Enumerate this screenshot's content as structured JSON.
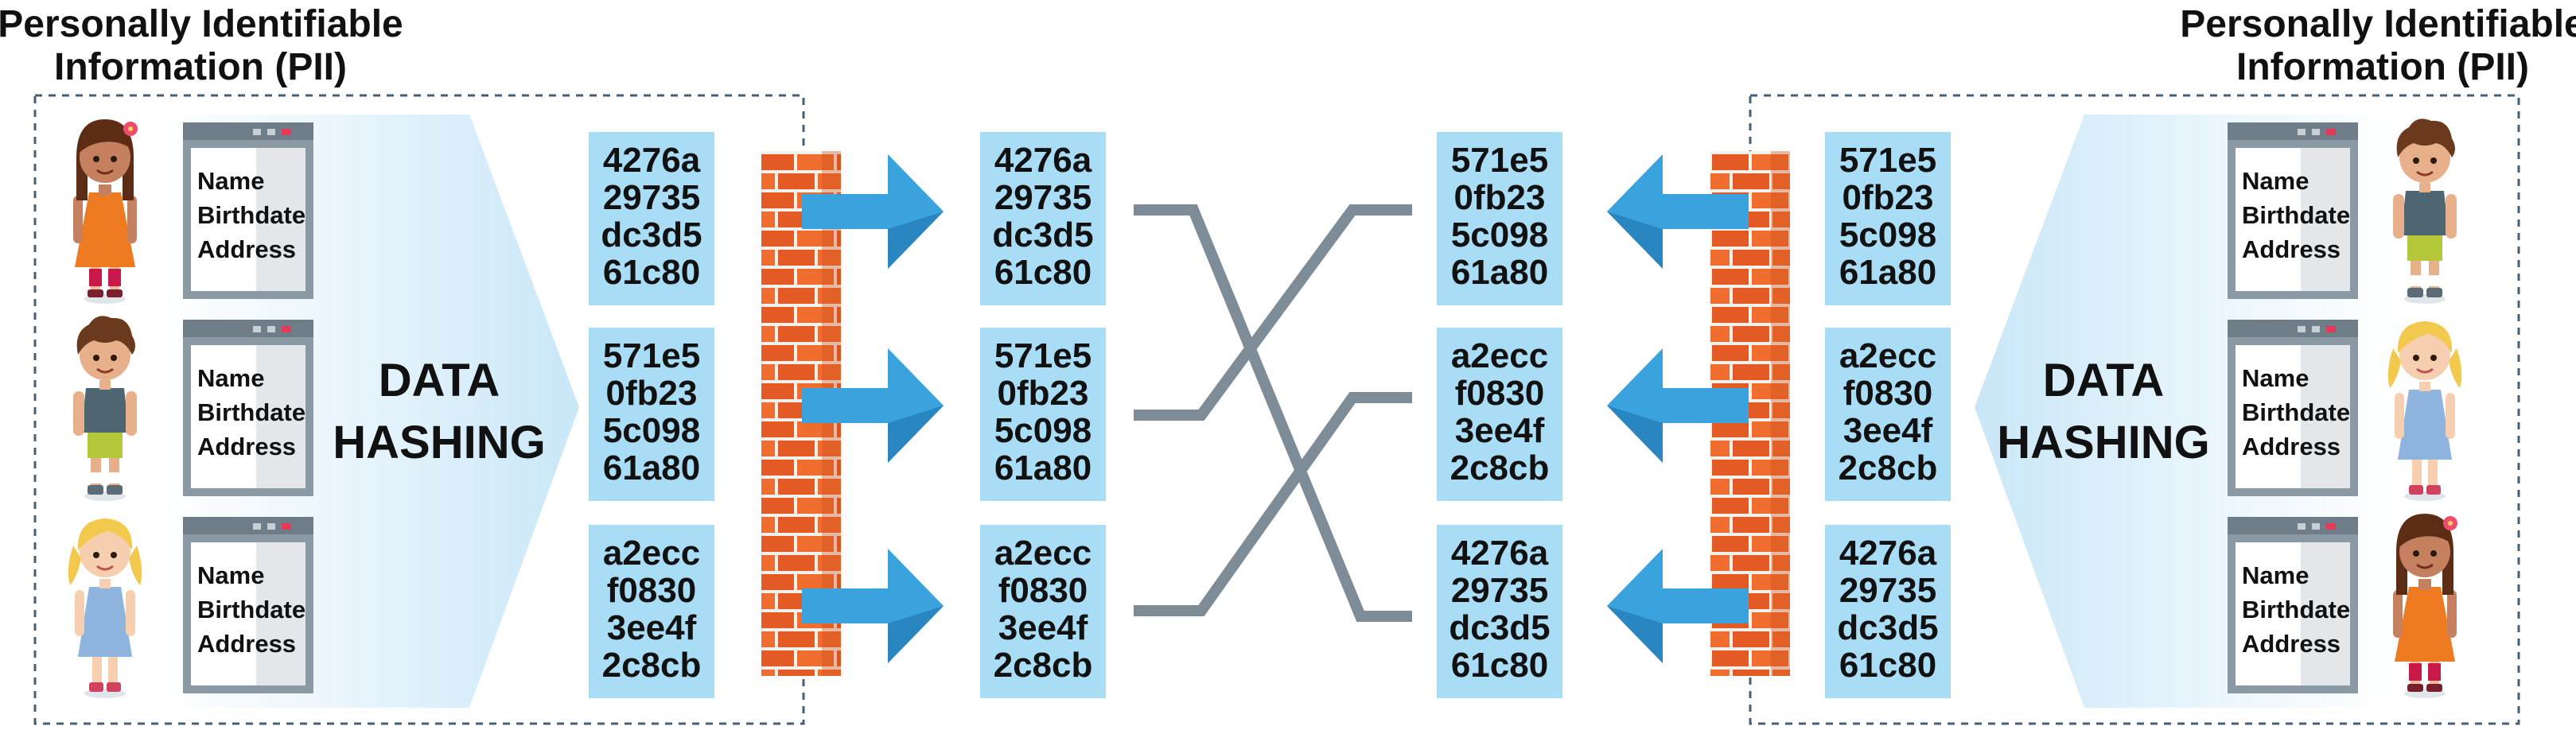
{
  "left": {
    "title_line1": "Personally Identifiable",
    "title_line2": "Information (PII)",
    "label_line1": "DATA",
    "label_line2": "HASHING",
    "people": [
      {
        "avatar": "girl-brown-hair-icon",
        "fields": [
          "Name",
          "Birthdate",
          "Address"
        ]
      },
      {
        "avatar": "boy-curly-hair-icon",
        "fields": [
          "Name",
          "Birthdate",
          "Address"
        ]
      },
      {
        "avatar": "girl-blonde-pigtails-icon",
        "fields": [
          "Name",
          "Birthdate",
          "Address"
        ]
      }
    ],
    "hashes": [
      [
        "4276a",
        "29735",
        "dc3d5",
        "61c80"
      ],
      [
        "571e5",
        "0fb23",
        "5c098",
        "61a80"
      ],
      [
        "a2ecc",
        "f0830",
        "3ee4f",
        "2c8cb"
      ]
    ],
    "transmitted": [
      [
        "4276a",
        "29735",
        "dc3d5",
        "61c80"
      ],
      [
        "571e5",
        "0fb23",
        "5c098",
        "61a80"
      ],
      [
        "a2ecc",
        "f0830",
        "3ee4f",
        "2c8cb"
      ]
    ]
  },
  "right": {
    "title_line1": "Personally Identifiable",
    "title_line2": "Information (PII)",
    "label_line1": "DATA",
    "label_line2": "HASHING",
    "people": [
      {
        "avatar": "boy-curly-hair-icon",
        "fields": [
          "Name",
          "Birthdate",
          "Address"
        ]
      },
      {
        "avatar": "girl-blonde-pigtails-icon",
        "fields": [
          "Name",
          "Birthdate",
          "Address"
        ]
      },
      {
        "avatar": "girl-brown-hair-icon",
        "fields": [
          "Name",
          "Birthdate",
          "Address"
        ]
      }
    ],
    "hashes": [
      [
        "571e5",
        "0fb23",
        "5c098",
        "61a80"
      ],
      [
        "a2ecc",
        "f0830",
        "3ee4f",
        "2c8cb"
      ],
      [
        "4276a",
        "29735",
        "dc3d5",
        "61c80"
      ]
    ],
    "transmitted": [
      [
        "571e5",
        "0fb23",
        "5c098",
        "61a80"
      ],
      [
        "a2ecc",
        "f0830",
        "3ee4f",
        "2c8cb"
      ],
      [
        "4276a",
        "29735",
        "dc3d5",
        "61c80"
      ]
    ]
  },
  "icons": {
    "firewall": "brick-firewall-icon",
    "arrow": "arrow-icon",
    "matching": "crossed-matching-lines"
  },
  "colors": {
    "hash_box": "#a9dcf5",
    "arrow": "#3aa3de",
    "brick": "#ee6a2d",
    "connector": "#7d8c96",
    "border": "#4a5f70",
    "panel_gradient": "#cde9f7"
  }
}
